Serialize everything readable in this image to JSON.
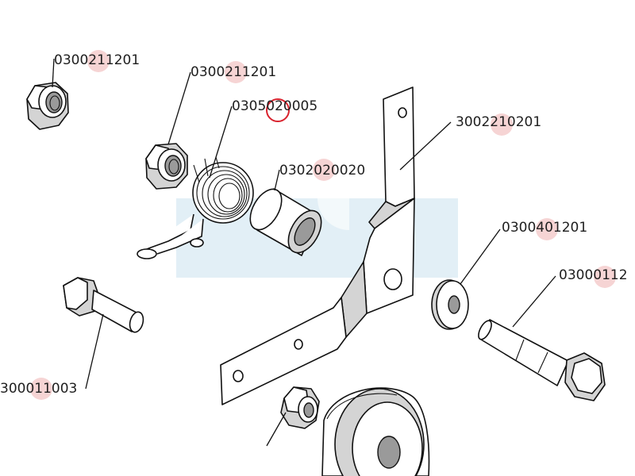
{
  "callouts": [
    {
      "id": "nut-top-left",
      "label": "0300211201"
    },
    {
      "id": "nut-upper",
      "label": "0300211201"
    },
    {
      "id": "spring",
      "label": "0305020005"
    },
    {
      "id": "spacer",
      "label": "0302020020"
    },
    {
      "id": "bracket",
      "label": "3002210201"
    },
    {
      "id": "washer",
      "label": "0300401201"
    },
    {
      "id": "bolt-right",
      "label": "03000112"
    },
    {
      "id": "bolt-left",
      "label": "300011003"
    }
  ],
  "colors": {
    "ink": "#111111",
    "highlight_dot": "#f6d4d4",
    "selection_ring": "#d9232e",
    "watermark": "#e2eff6"
  }
}
